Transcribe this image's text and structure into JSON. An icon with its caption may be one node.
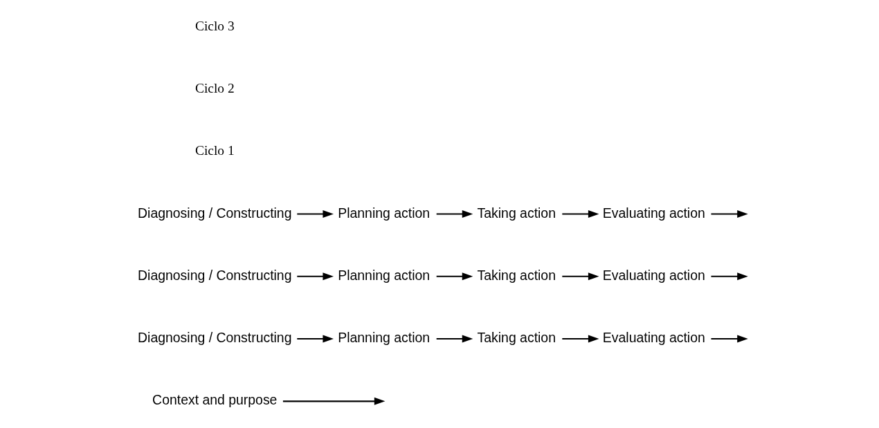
{
  "diagram": {
    "nodes": [
      {
        "text": [
          "Context and purpose"
        ]
      },
      {
        "text": [
          "Diagnosing / Constructing"
        ]
      },
      {
        "text": [
          "Planning action"
        ]
      },
      {
        "text": [
          "Taking action"
        ]
      },
      {
        "text": [
          "Evaluating action"
        ]
      },
      {
        "text": [
          "Diagnosing / Constructing"
        ]
      },
      {
        "text": [
          "Planning action"
        ]
      },
      {
        "text": [
          "Taking action"
        ]
      },
      {
        "text": [
          "Evaluating action"
        ]
      },
      {
        "text": [
          "Diagnosing / Constructing"
        ]
      },
      {
        "text": [
          "Planning action"
        ]
      },
      {
        "text": [
          "Taking action"
        ]
      },
      {
        "text": [
          "Evaluating action"
        ]
      }
    ],
    "edges": [
      {
        "from": 0,
        "to": null,
        "arrow": "to"
      },
      {
        "from": 1,
        "to": 2,
        "arrow": "to"
      },
      {
        "from": 2,
        "to": 3,
        "arrow": "to"
      },
      {
        "from": 3,
        "to": 4,
        "arrow": "to"
      },
      {
        "from": 4,
        "to": null,
        "arrow": "to"
      },
      {
        "from": 5,
        "to": 6,
        "arrow": "to"
      },
      {
        "from": 6,
        "to": 7,
        "arrow": "to"
      },
      {
        "from": 7,
        "to": 8,
        "arrow": "to"
      },
      {
        "from": 8,
        "to": null,
        "arrow": "to"
      },
      {
        "from": 9,
        "to": 10,
        "arrow": "to"
      },
      {
        "from": 10,
        "to": 11,
        "arrow": "to"
      },
      {
        "from": 11,
        "to": 12,
        "arrow": "to"
      },
      {
        "from": 12,
        "to": null,
        "arrow": "to"
      }
    ],
    "labels": [
      "Ciclo 1",
      "Ciclo 2",
      "Ciclo 3"
    ]
  }
}
